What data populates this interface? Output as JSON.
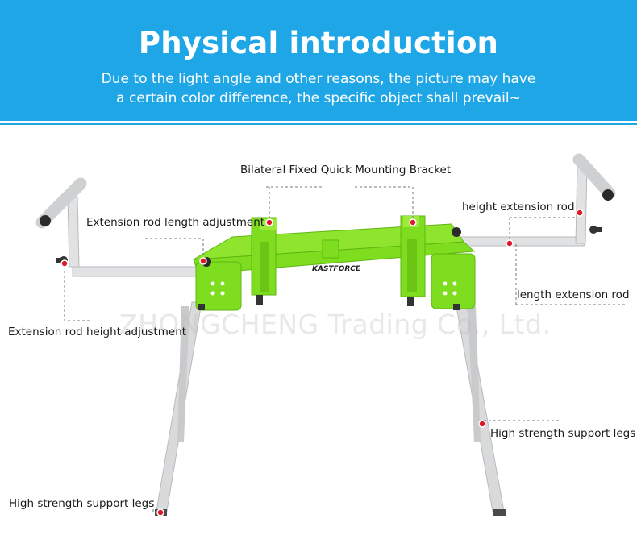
{
  "header": {
    "title": "Physical introduction",
    "subtitle_line1": "Due to the light angle and other reasons, the picture may have",
    "subtitle_line2": "a certain color difference, the specific object shall prevail~"
  },
  "product": {
    "brand": "KASTFORCE",
    "watermark": "ZHONGCHENG Trading Co., Ltd."
  },
  "callouts": {
    "bracket": "Bilateral Fixed Quick Mounting Bracket",
    "length_adjust": "Extension rod length adjustment",
    "height_rod": "height extension rod",
    "length_rod": "length extension rod",
    "height_adjust": "Extension rod height adjustment",
    "legs_right": "High strength support legs",
    "legs_left": "High strength support legs"
  },
  "colors": {
    "banner": "#1ea6e6",
    "frame": "#7ddd1e",
    "legs": "#d9dadc",
    "marker": "#e0162b"
  }
}
